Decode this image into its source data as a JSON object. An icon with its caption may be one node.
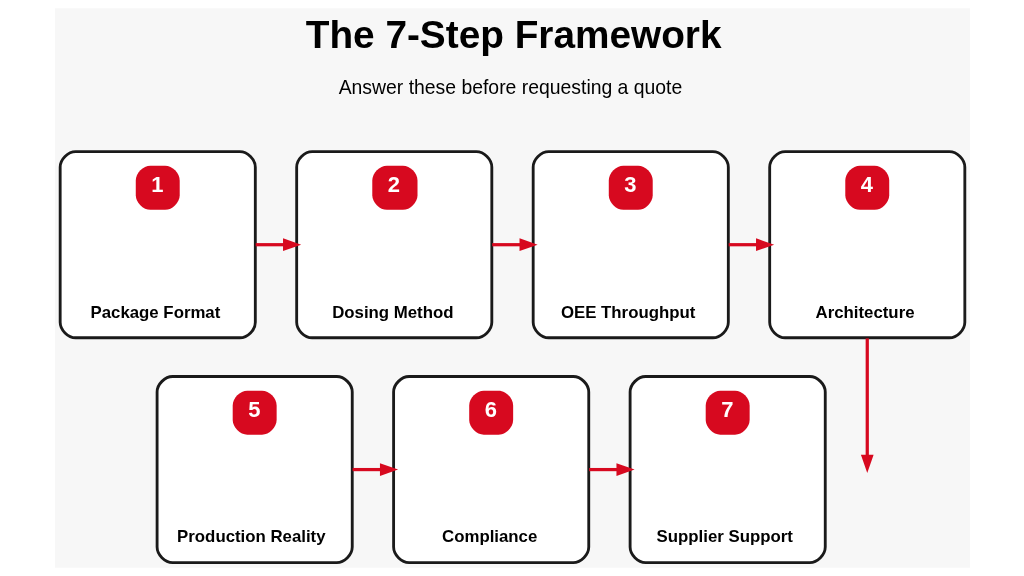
{
  "diagram": {
    "title": "The 7-Step Framework",
    "nodes": [
      {
        "text": [
          "1",
          "Package Format"
        ]
      },
      {
        "text": [
          "2",
          "Dosing Method"
        ]
      },
      {
        "text": [
          "3",
          "OEE Throughput"
        ]
      },
      {
        "text": [
          "4",
          "Architecture"
        ]
      },
      {
        "text": [
          "5",
          "Production Reality"
        ]
      },
      {
        "text": [
          "6",
          "Compliance"
        ]
      },
      {
        "text": [
          "7",
          "Supplier Support"
        ]
      }
    ],
    "edges": [
      {
        "from": 0,
        "to": 1,
        "arrow": "to"
      },
      {
        "from": 1,
        "to": 2,
        "arrow": "to"
      },
      {
        "from": 2,
        "to": 3,
        "arrow": "to"
      },
      {
        "from": 3,
        "to": null,
        "arrow": "to"
      },
      {
        "from": 4,
        "to": 5,
        "arrow": "to"
      },
      {
        "from": 5,
        "to": 6,
        "arrow": "to"
      }
    ],
    "labels": [
      "Answer these before requesting a quote"
    ]
  }
}
